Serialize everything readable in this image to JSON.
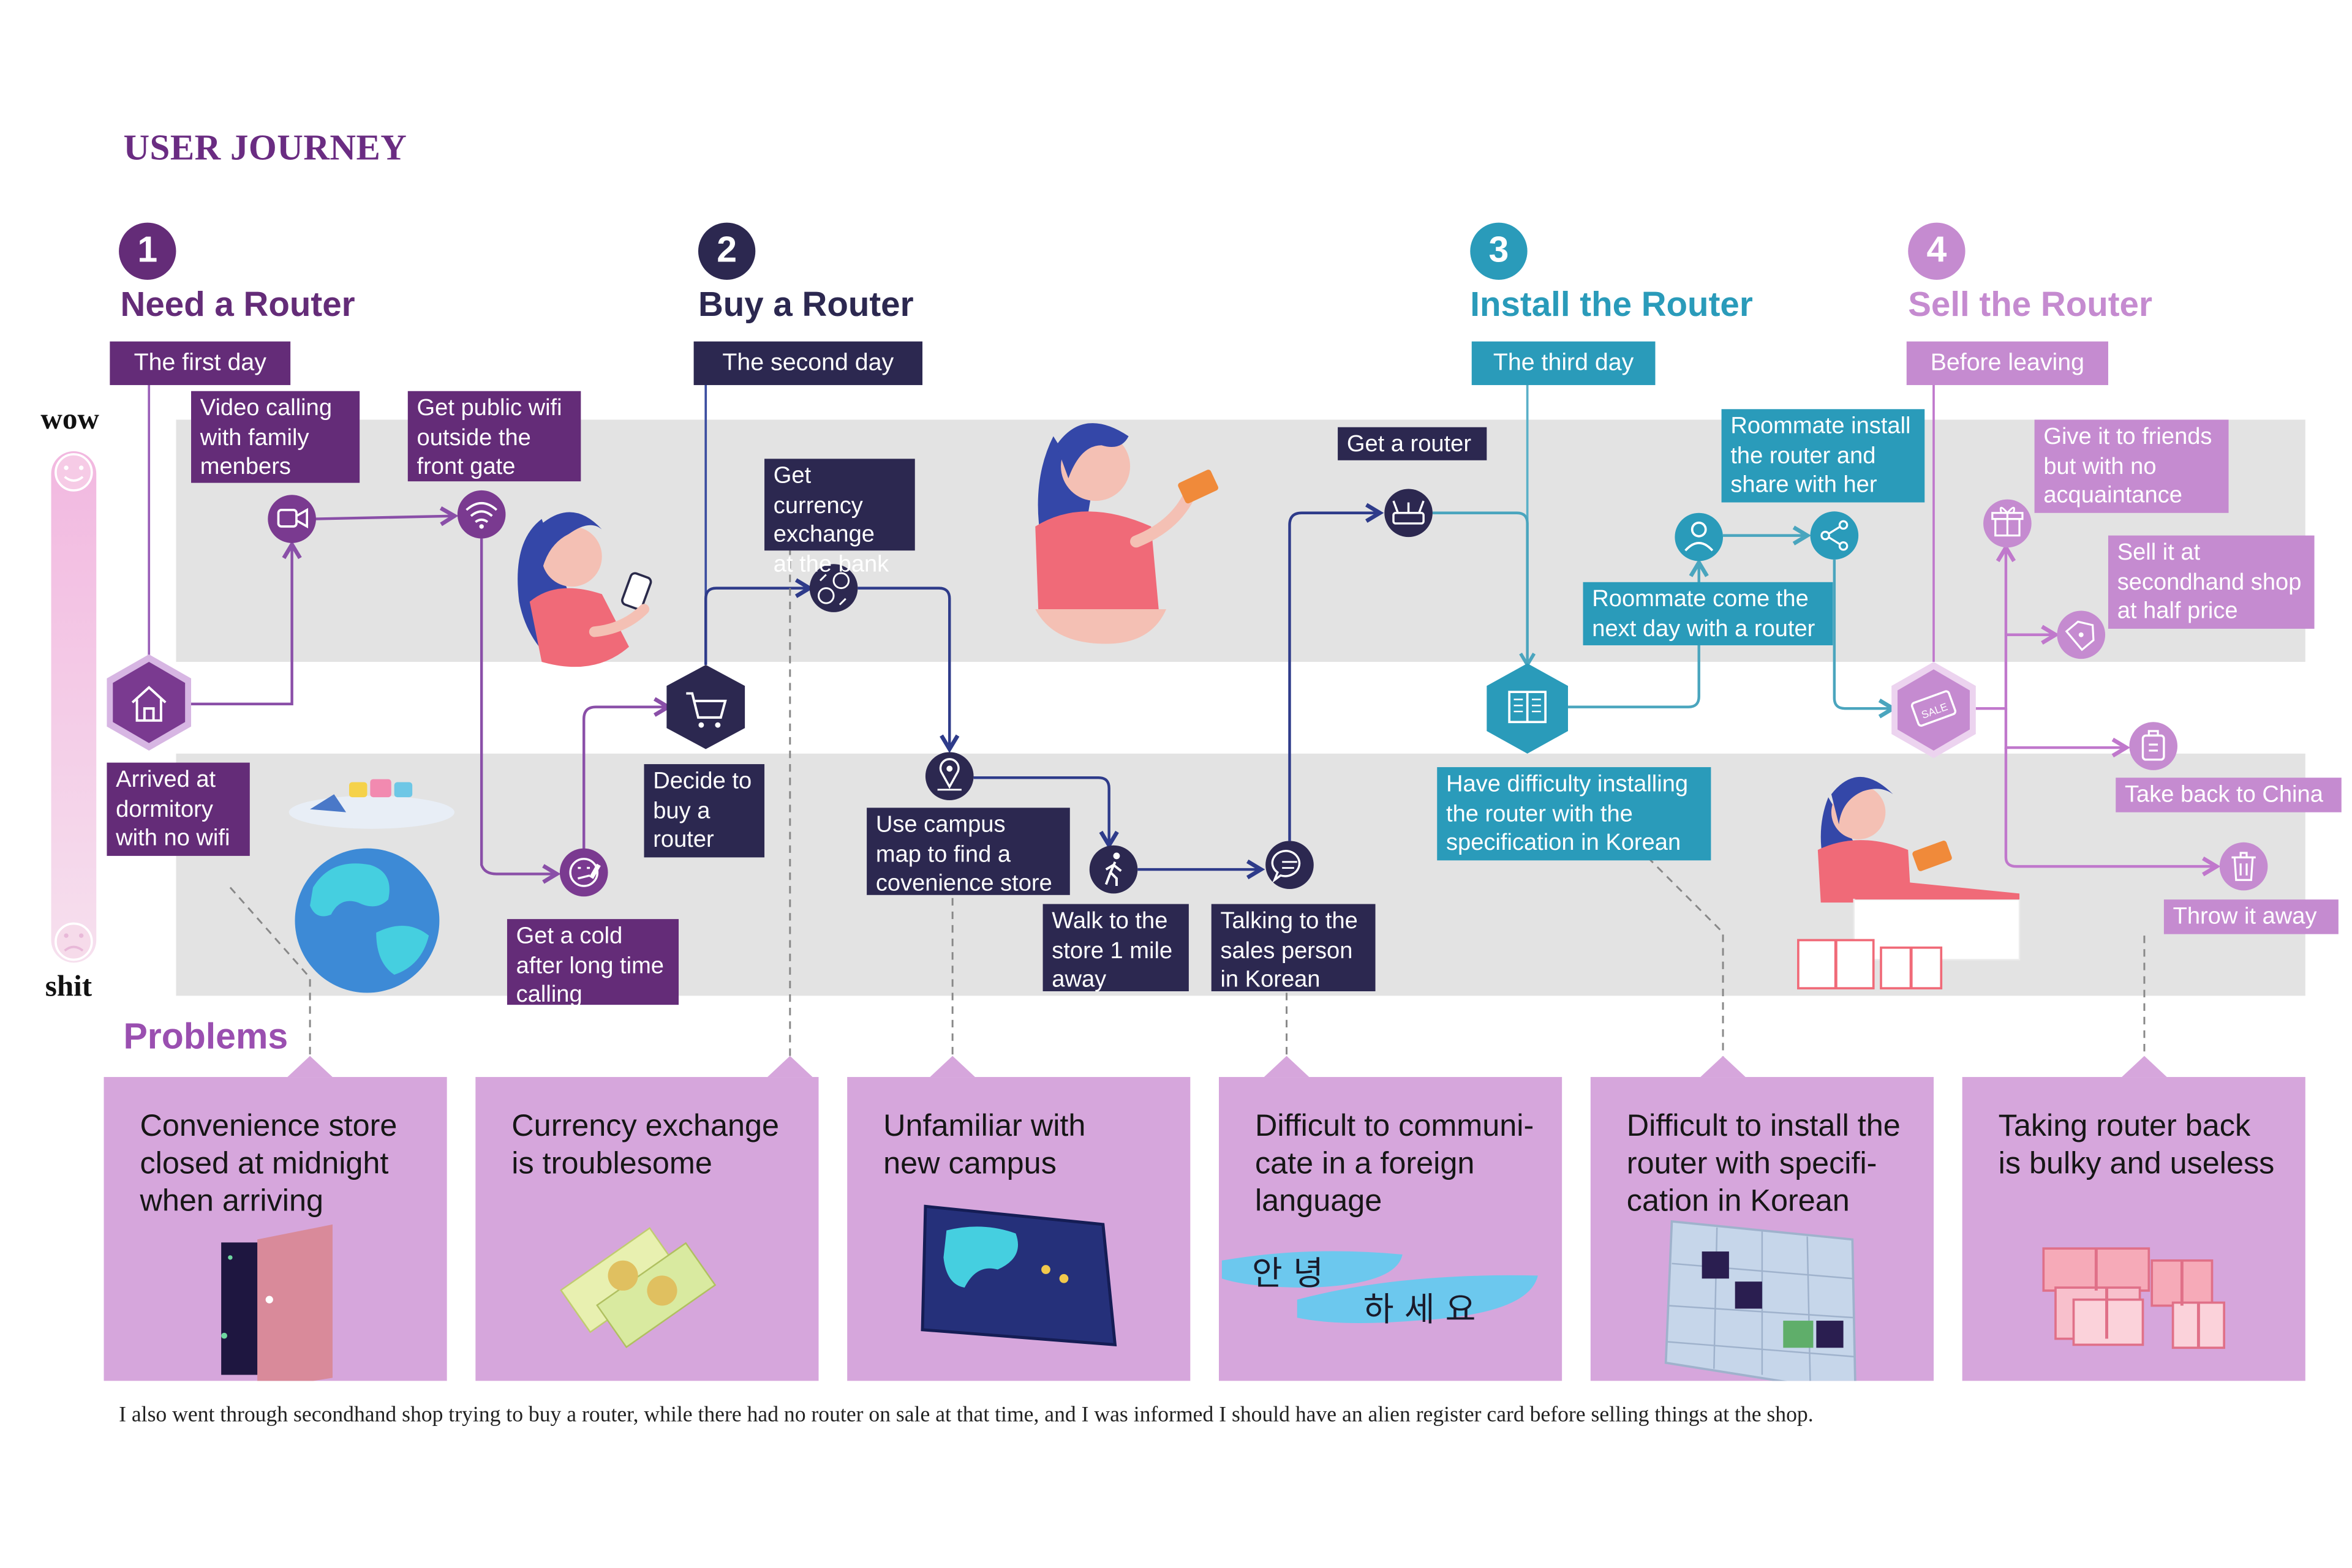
{
  "title": "USER JOURNEY",
  "scale": {
    "top": "wow",
    "bottom": "shit"
  },
  "stages": [
    {
      "number": "1",
      "title": "Need a Router",
      "day": "The first day"
    },
    {
      "number": "2",
      "title": "Buy a Router",
      "day": "The second day"
    },
    {
      "number": "3",
      "title": "Install the Router",
      "day": "The third day"
    },
    {
      "number": "4",
      "title": "Sell the Router",
      "day": "Before leaving"
    }
  ],
  "steps": {
    "arrived": "Arrived at\ndormitory\nwith no wifi",
    "video": "Video calling\nwith family\nmenbers",
    "public_wifi": "Get public wifi\noutside the\nfront gate",
    "cold": "Get a cold\nafter long time\ncalling",
    "decide": "Decide to\nbuy a\nrouter",
    "currency": "Get currency\nexchange\nat the bank",
    "campus_map": "Use campus\nmap to find a\ncovenience store",
    "walk": "Walk to the\nstore 1 mile\naway",
    "talk": "Talking to the\nsales person\nin Korean",
    "get_router": "Get a router",
    "difficulty": "Have difficulty installing\nthe router with the\nspecification in Korean",
    "roommate_come": "Roommate come the\nnext day with a router",
    "roommate_install": "Roommate install\nthe router and\nshare with her",
    "friends": "Give it to friends\nbut with no\nacquaintance",
    "sell_shop": "Sell it at\nsecondhand shop\nat half price",
    "take_back": "Take back to China",
    "throw": "Throw it away"
  },
  "problems": {
    "heading": "Problems",
    "items": [
      "Convenience store\nclosed at midnight\nwhen arriving",
      "Currency exchange\nis troublesome",
      "Unfamiliar with\nnew campus",
      "Difficult to communi-\ncate in a foreign\nlanguage",
      "Difficult to install the\nrouter with specifi-\ncation in Korean",
      "Taking router back\nis bulky and useless"
    ]
  },
  "footnote": "I also went through secondhand shop trying to buy a router, while there had no router on sale at that time, and I was informed I should have an alien register card before selling things at the shop.",
  "colors": {
    "stage1": "#642c78",
    "stage2": "#2c2850",
    "stage3": "#2a9bba",
    "stage4": "#c58bd0",
    "problem_box": "#d6a6dc",
    "band": "#e3e3e3"
  },
  "icons": [
    "home-icon",
    "video-camera-icon",
    "wifi-icon",
    "sick-face-icon",
    "shopping-cart-icon",
    "currency-exchange-icon",
    "map-pin-icon",
    "walking-person-icon",
    "chat-bubble-icon",
    "router-icon",
    "manual-book-icon",
    "user-icon",
    "share-icon",
    "gift-icon",
    "price-tag-icon",
    "sale-tag-icon",
    "suitcase-icon",
    "trash-icon",
    "happy-face-icon",
    "sad-face-icon"
  ]
}
